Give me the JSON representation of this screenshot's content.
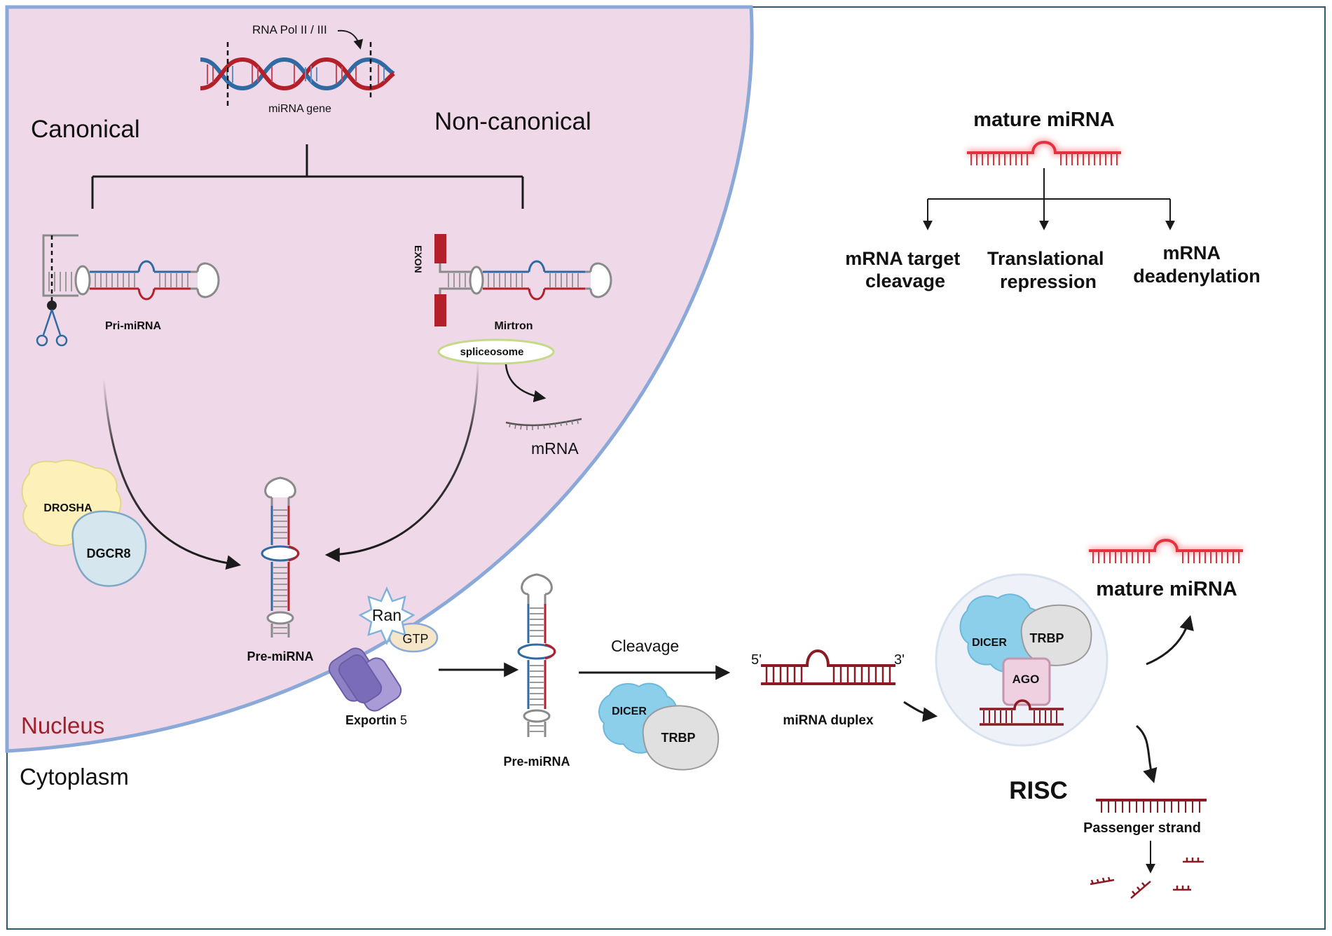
{
  "nucleus": {
    "label": "Nucleus",
    "gene": {
      "polymerase": "RNA Pol II / III",
      "gene_label": "miRNA gene"
    },
    "pathways": {
      "canonical": "Canonical",
      "non_canonical": "Non-canonical"
    },
    "pri_mirna_label": "Pri-miRNA",
    "mirtron_label": "Mirtron",
    "exon_label": "EXON",
    "spliceosome_label": "spliceosome",
    "mrna_label": "mRNA",
    "drosha_label": "DROSHA",
    "dgcr8_label": "DGCR8",
    "pre_mirna_label": "Pre-miRNA"
  },
  "cytoplasm": {
    "label": "Cytoplasm",
    "ran_label": "Ran",
    "gtp_label": "GTP",
    "exportin_label": "Exportin",
    "exportin_number": "5",
    "pre_mirna_label": "Pre-miRNA",
    "cleavage_label": "Cleavage",
    "dicer_label": "DICER",
    "trbp_label": "TRBP",
    "five_prime": "5'",
    "three_prime": "3'",
    "duplex_label": "miRNA duplex",
    "risc": {
      "title": "RISC",
      "dicer": "DICER",
      "trbp": "TRBP",
      "ago": "AGO"
    },
    "mature_label": "mature miRNA",
    "passenger_label": "Passenger strand"
  },
  "fates": {
    "title": "mature miRNA",
    "items": [
      {
        "line1": "mRNA target",
        "line2": "cleavage"
      },
      {
        "line1": "Translational",
        "line2": "repression"
      },
      {
        "line1": "mRNA",
        "line2": "deadenylation"
      }
    ]
  },
  "colors": {
    "nucleus_fill": "#efd9e8",
    "nucleus_border": "#8aa8d8",
    "rna_red": "#b3202a",
    "rna_blue": "#2f6aa3",
    "nucleus_label": "#a0202a",
    "dicer_blue": "#8ccfea",
    "drosha_yellow": "#fdf0b8",
    "dgcr8_blue": "#d5e6ef",
    "exportin_purple": "#8e80c4",
    "ago_pink": "#efd0e1"
  }
}
